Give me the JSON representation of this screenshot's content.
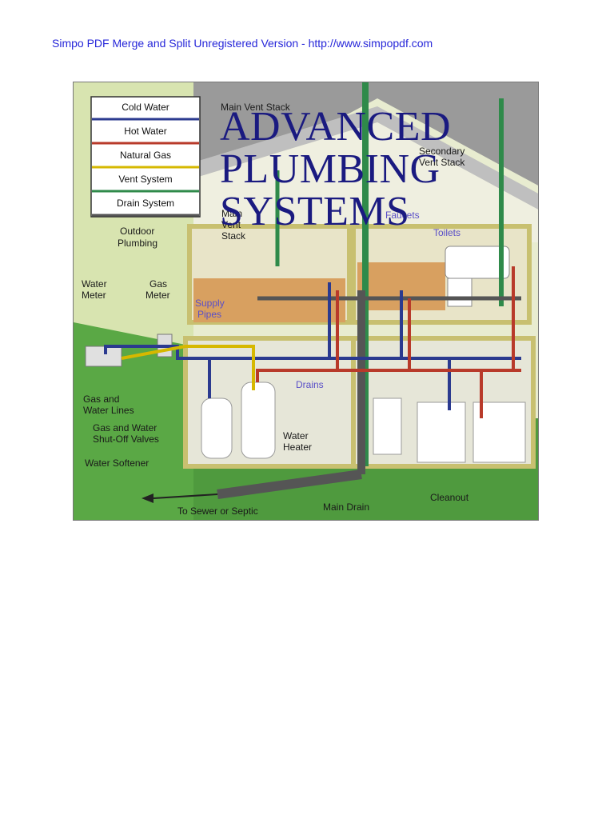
{
  "watermark": "Simpo PDF Merge and Split Unregistered Version - http://www.simpopdf.com",
  "title": {
    "line1": "ADVANCED",
    "line2": "PLUMBING",
    "line3": "SYSTEMS"
  },
  "legend": {
    "items": [
      {
        "label": "Cold Water",
        "color": "#2b3a8f"
      },
      {
        "label": "Hot Water",
        "color": "#b83a2a"
      },
      {
        "label": "Natural Gas",
        "color": "#d6b800"
      },
      {
        "label": "Vent System",
        "color": "#2f8a4a"
      },
      {
        "label": "Drain System",
        "color": "#555555"
      }
    ]
  },
  "labels": {
    "main_vent_stack": "Main Vent Stack",
    "secondary_vent_stack_1": "Secondary",
    "secondary_vent_stack_2": "Vent Stack",
    "outdoor_plumbing_1": "Outdoor",
    "outdoor_plumbing_2": "Plumbing",
    "water_meter_1": "Water",
    "water_meter_2": "Meter",
    "gas_meter_1": "Gas",
    "gas_meter_2": "Meter",
    "main_stack_1": "Main",
    "main_stack_2": "Vent",
    "main_stack_3": "Stack",
    "faucets": "Faucets",
    "toilets": "Toilets",
    "supply_pipes_1": "Supply",
    "supply_pipes_2": "Pipes",
    "drains": "Drains",
    "gas_water_lines_1": "Gas and",
    "gas_water_lines_2": "Water Lines",
    "shutoff_1": "Gas and Water",
    "shutoff_2": "Shut-Off Valves",
    "water_softener": "Water Softener",
    "water_heater_1": "Water",
    "water_heater_2": "Heater",
    "sewer": "To Sewer or Septic",
    "main_drain": "Main Drain",
    "cleanout": "Cleanout"
  }
}
